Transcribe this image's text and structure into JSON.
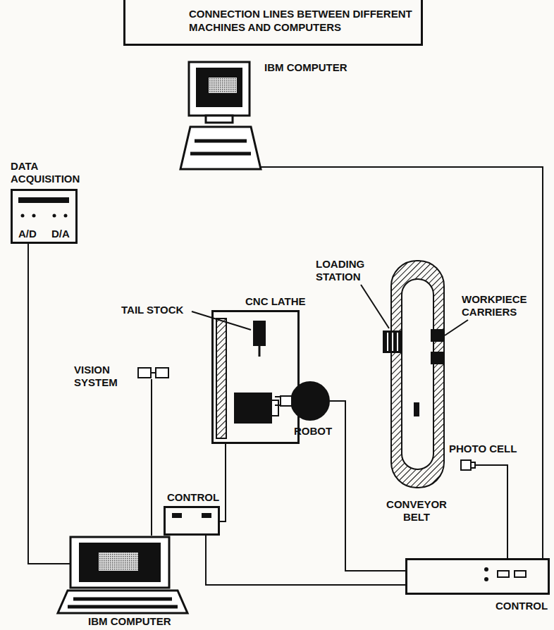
{
  "diagram": {
    "nodes": [
      {
        "text": [
          "IBM COMPUTER"
        ]
      },
      {
        "text": [
          "DATA ACQUISITION",
          "A/D",
          "D/A"
        ]
      },
      {
        "text": [
          "CNC LATHE"
        ]
      },
      {
        "text": [
          "VISION SYSTEM"
        ]
      },
      {
        "text": [
          "ROBOT"
        ]
      },
      {
        "text": [
          "CONVEYOR BELT"
        ]
      },
      {
        "text": [
          "PHOTO CELL"
        ]
      },
      {
        "text": [
          "CONTROL"
        ]
      },
      {
        "text": [
          "CONTROL"
        ]
      },
      {
        "text": [
          "IBM COMPUTER"
        ]
      }
    ],
    "edges": [
      {
        "from": 0,
        "to": 8,
        "arrow": "none"
      },
      {
        "from": 1,
        "to": 9,
        "arrow": "none"
      },
      {
        "from": 3,
        "to": 9,
        "arrow": "none"
      },
      {
        "from": 2,
        "to": 7,
        "arrow": "none"
      },
      {
        "from": 7,
        "to": 8,
        "arrow": "none"
      },
      {
        "from": 4,
        "to": 8,
        "arrow": "none"
      },
      {
        "from": 6,
        "to": 8,
        "arrow": "none"
      }
    ],
    "labels": [
      "TAIL STOCK",
      "LOADING STATION",
      "WORKPIECE CARRIERS"
    ],
    "legend": [
      {
        "text": "CONNECTION LINES BETWEEN DIFFERENT MACHINES AND COMPUTERS"
      }
    ]
  }
}
